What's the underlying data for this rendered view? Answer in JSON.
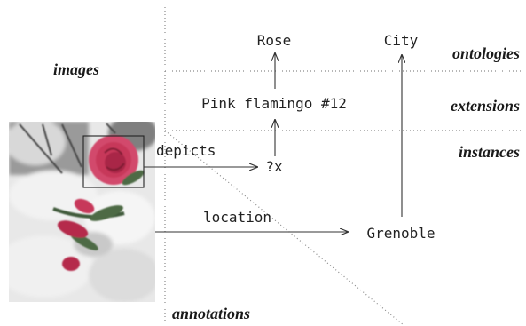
{
  "layers": {
    "images": "images",
    "ontologies": "ontologies",
    "extensions": "extensions",
    "instances": "instances",
    "annotations": "annotations"
  },
  "nodes": {
    "rose": "Rose",
    "city": "City",
    "pink_flamingo": "Pink flamingo #12",
    "x": "?x",
    "grenoble": "Grenoble"
  },
  "edges": {
    "depicts": "depicts",
    "location": "location"
  },
  "photo": {
    "subject": "pink rose buds in snow",
    "colors": {
      "petal": "#c7375a",
      "leaf": "#3f5a3a",
      "snow": "#eeeeee"
    }
  }
}
